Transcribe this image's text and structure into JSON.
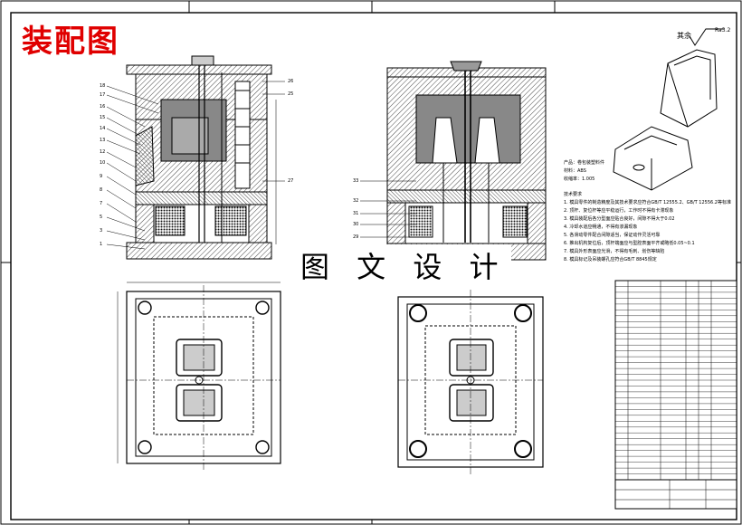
{
  "drawing": {
    "title": "装配图",
    "watermark": "图 文 设 计",
    "roughness": "其余",
    "roughness_value": "Ra3.2"
  },
  "notes": [
    "产品：卷包装塑料件",
    "材料：ABS",
    "收缩率：1.005",
    "技术要求",
    "1. 模具零件的制造精度及其技术要求应符合GB/T 12555.2、GB/T 12556.2等标准",
    "2. 顶杆、复位杆等应平稳运行，工作时不得有卡滞现象",
    "3. 模具装配后各分型面应贴合良好，间隙不得大于0.02",
    "4. 冷却水道应畅通，不得有渗漏现象",
    "5. 各滑动零件配合间隙适当，保证动作灵活可靠",
    "6. 推出机构复位后，顶杆端面应与型腔表面平齐或略低0.05~0.1",
    "7. 模具外形表面应光滑，不得有毛刺、划伤等缺陷",
    "8. 模具标记及吊装螺孔应符合GB/T 8845规定"
  ],
  "bom_rows": 34,
  "colors": {
    "accent": "#e00000",
    "cross_hatch": "#555555",
    "ink": "#000000"
  }
}
